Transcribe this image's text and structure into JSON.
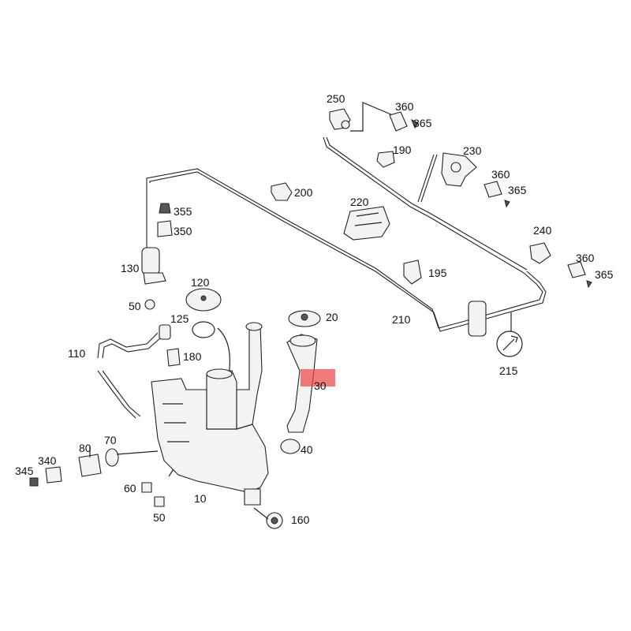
{
  "diagram": {
    "highlight_color": "#eb4646",
    "callouts": [
      {
        "id": "250",
        "text": "250"
      },
      {
        "id": "360a",
        "text": "360"
      },
      {
        "id": "365a",
        "text": "365"
      },
      {
        "id": "190",
        "text": "190"
      },
      {
        "id": "230",
        "text": "230"
      },
      {
        "id": "360b",
        "text": "360"
      },
      {
        "id": "365b",
        "text": "365"
      },
      {
        "id": "200",
        "text": "200"
      },
      {
        "id": "220",
        "text": "220"
      },
      {
        "id": "355",
        "text": "355"
      },
      {
        "id": "350",
        "text": "350"
      },
      {
        "id": "240",
        "text": "240"
      },
      {
        "id": "360c",
        "text": "360"
      },
      {
        "id": "365c",
        "text": "365"
      },
      {
        "id": "195",
        "text": "195"
      },
      {
        "id": "130",
        "text": "130"
      },
      {
        "id": "120",
        "text": "120"
      },
      {
        "id": "50a",
        "text": "50"
      },
      {
        "id": "125",
        "text": "125"
      },
      {
        "id": "20",
        "text": "20"
      },
      {
        "id": "210",
        "text": "210"
      },
      {
        "id": "110",
        "text": "110"
      },
      {
        "id": "180",
        "text": "180"
      },
      {
        "id": "215",
        "text": "215"
      },
      {
        "id": "30",
        "text": "30"
      },
      {
        "id": "70",
        "text": "70"
      },
      {
        "id": "80",
        "text": "80"
      },
      {
        "id": "40",
        "text": "40"
      },
      {
        "id": "340",
        "text": "340"
      },
      {
        "id": "345",
        "text": "345"
      },
      {
        "id": "60",
        "text": "60"
      },
      {
        "id": "10",
        "text": "10"
      },
      {
        "id": "50b",
        "text": "50"
      },
      {
        "id": "160",
        "text": "160"
      }
    ]
  }
}
